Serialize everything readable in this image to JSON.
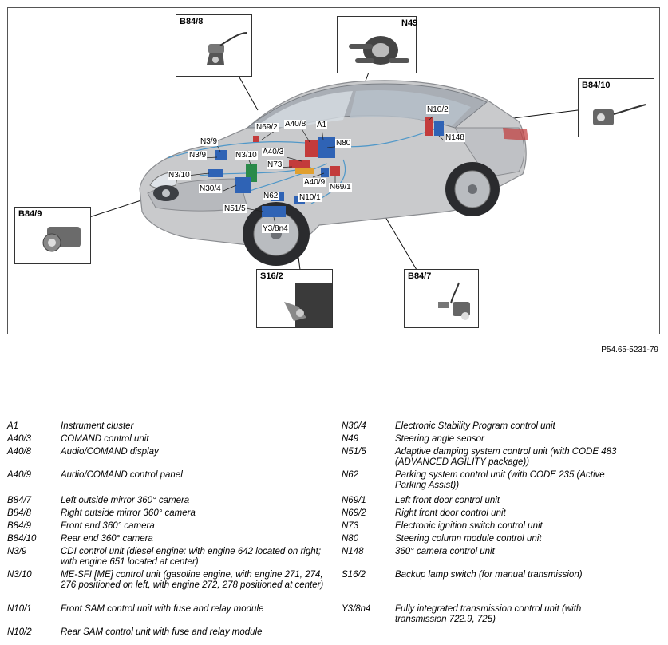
{
  "reference_id": "P54.65-5231-79",
  "callouts": {
    "b84_8": "B84/8",
    "n49": "N49",
    "b84_10": "B84/10",
    "b84_9": "B84/9",
    "s16_2": "S16/2",
    "b84_7": "B84/7"
  },
  "labels": {
    "n69_2": "N69/2",
    "a40_8": "A40/8",
    "a1": "A1",
    "n3_9_top": "N3/9",
    "n3_9_bottom": "N3/9",
    "n3_10_left": "N3/10",
    "n3_10_center": "N3/10",
    "a40_3": "A40/3",
    "n73": "N73",
    "n80": "N80",
    "n10_2": "N10/2",
    "n148": "N148",
    "n30_4": "N30/4",
    "a40_9": "A40/9",
    "n69_1": "N69/1",
    "n62": "N62",
    "n10_1": "N10/1",
    "n51_5": "N51/5",
    "y3_8n4": "Y3/8n4"
  },
  "legend_left": [
    {
      "code": "A1",
      "desc": "Instrument cluster"
    },
    {
      "code": "A40/3",
      "desc": "COMAND control unit"
    },
    {
      "code": "A40/8",
      "desc": "Audio/COMAND display"
    },
    {
      "code": "A40/9",
      "desc": "Audio/COMAND control panel"
    },
    {
      "code": "B84/7",
      "desc": "Left outside mirror 360° camera"
    },
    {
      "code": "B84/8",
      "desc": "Right outside mirror 360° camera"
    },
    {
      "code": "B84/9",
      "desc": "Front end 360° camera"
    },
    {
      "code": "B84/10",
      "desc": "Rear end 360° camera"
    },
    {
      "code": "N3/9",
      "desc": "CDI control unit (diesel engine: with engine 642 located on right; with engine 651 located at center)"
    },
    {
      "code": "N3/10",
      "desc": "ME-SFI [ME] control unit (gasoline engine, with engine 271, 274, 276 positioned on left, with engine 272, 278 positioned at center)"
    },
    {
      "code": "N10/1",
      "desc": "Front SAM control unit with fuse and relay module"
    },
    {
      "code": "N10/2",
      "desc": "Rear SAM control unit with fuse and relay module"
    }
  ],
  "legend_right": [
    {
      "code": "N30/4",
      "desc": "Electronic Stability Program control unit"
    },
    {
      "code": "N49",
      "desc": "Steering angle sensor"
    },
    {
      "code": "N51/5",
      "desc": "Adaptive damping system control unit (with CODE 483 (ADVANCED AGILITY package))"
    },
    {
      "code": "N62",
      "desc": "Parking system control unit (with CODE 235 (Active Parking Assist))"
    },
    {
      "code": "N69/1",
      "desc": "Left front door control unit"
    },
    {
      "code": "N69/2",
      "desc": "Right front door control unit"
    },
    {
      "code": "N73",
      "desc": "Electronic ignition switch control unit"
    },
    {
      "code": "N80",
      "desc": "Steering column module control unit"
    },
    {
      "code": "N148",
      "desc": "360° camera control unit"
    },
    {
      "code": "S16/2",
      "desc": "Backup lamp switch (for manual transmission)"
    },
    {
      "code": "Y3/8n4",
      "desc": "Fully integrated transmission control unit (with transmission 722.9, 725)"
    }
  ]
}
